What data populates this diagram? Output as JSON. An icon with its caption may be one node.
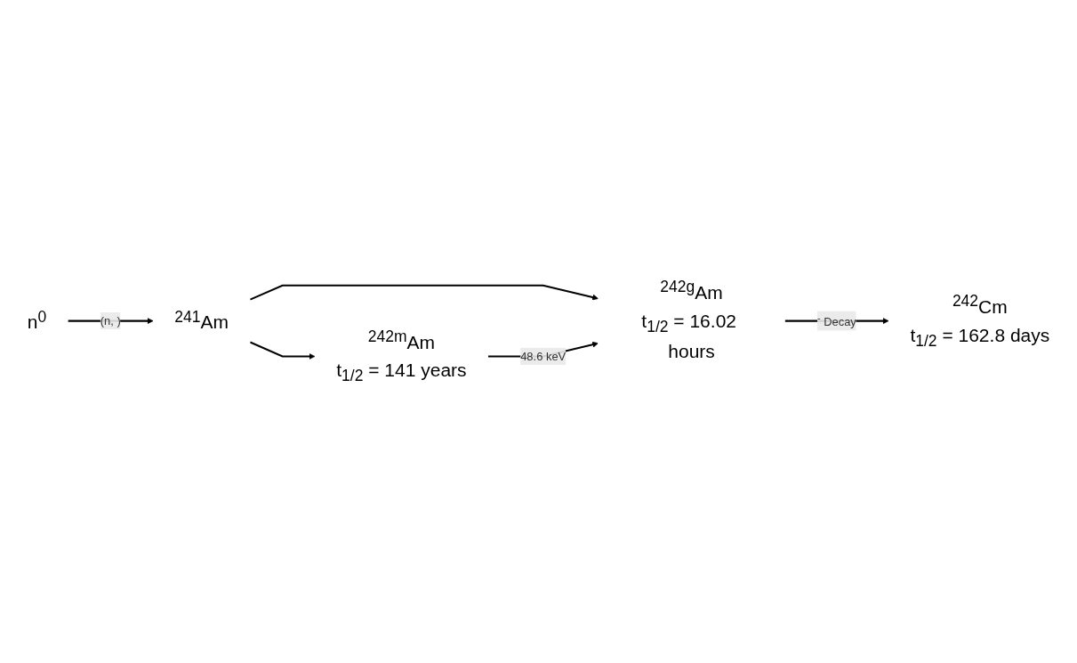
{
  "diagram": {
    "nodes": [
      {
        "text": [
          "n$^{0}$"
        ]
      },
      {
        "text": [
          "$^{241}$Am"
        ]
      },
      {
        "text": [
          "$^{242m}$Am",
          "t$_{1/2}$ = 141 years"
        ]
      },
      {
        "text": [
          "$^{242g}$Am",
          "t$_{1/2}$ = 16.02 hours"
        ]
      },
      {
        "text": [
          "$^{242}$Cm",
          "t$_{1/2}$ = 162.8 days"
        ]
      }
    ],
    "edges": [
      {
        "from": 0,
        "to": 1,
        "arrow": "to",
        "label": "(n, )"
      },
      {
        "from": 1,
        "to": 2,
        "arrow": "to"
      },
      {
        "from": 1,
        "to": 3,
        "arrow": "to"
      },
      {
        "from": 2,
        "to": 3,
        "arrow": "to",
        "label": "48.6 keV"
      },
      {
        "from": 3,
        "to": 4,
        "arrow": "to",
        "label": "$^{-}$ Decay"
      }
    ]
  }
}
